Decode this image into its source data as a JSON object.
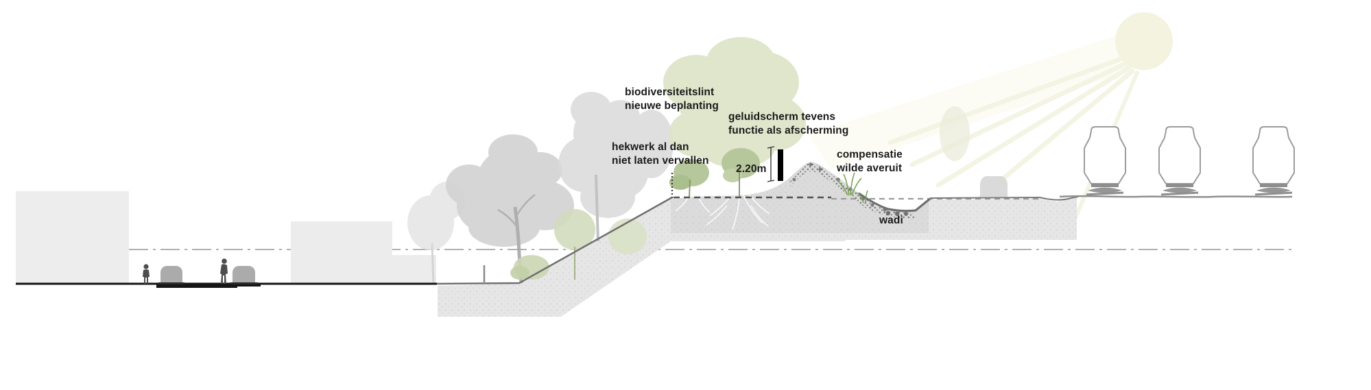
{
  "labels": {
    "biodiversity": {
      "lines": [
        "biodiversiteitslint",
        "nieuwe beplanting"
      ]
    },
    "sound_screen": {
      "lines": [
        "geluidscherm tevens",
        "functie als afscherming"
      ]
    },
    "fence": {
      "lines": [
        "hekwerk al dan",
        "niet laten vervallen"
      ]
    },
    "compensation": {
      "lines": [
        "compensatie",
        "wilde averuit"
      ]
    },
    "screen_height": "2.20m",
    "wadi": "wadi"
  },
  "colors": {
    "background": "#ffffff",
    "sun": "#f3f3e0",
    "sun_ray": "#f3f3e2",
    "building": "#ededed",
    "street_line": "#151515",
    "earth_fill": "#e6e6e6",
    "berm_fill": "#dcdcdc",
    "gravel_band": "#7d7d7d",
    "tree_gray": "#d3d3d3",
    "tree_green_pale": "#dee5c9",
    "shrub_green": "#b7c79c",
    "grass_green": "#7aa457",
    "screen_bar": "#000000",
    "label_text": "#1a1a1a",
    "rail_line": "#8f8f8f",
    "train_outline": "#9c9c9c"
  }
}
